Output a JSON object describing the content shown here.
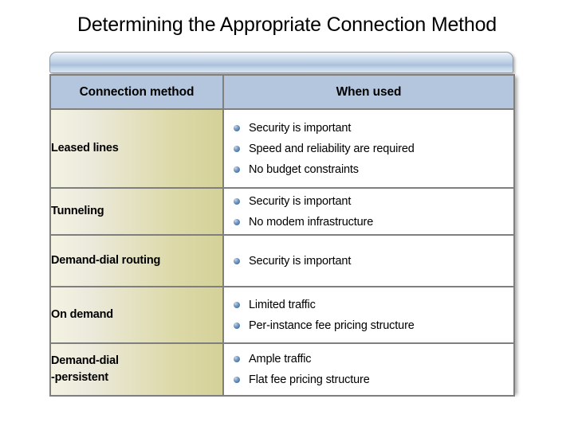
{
  "slide": {
    "title": "Determining the Appropriate Connection Method"
  },
  "colors": {
    "header_fill": "#b3c6de",
    "method_fill_light": "#f4f3e2",
    "method_fill_dark": "#d4d199",
    "border": "#7f7f7f",
    "bullet": "#4f7aa8",
    "text": "#000000"
  },
  "table": {
    "headers": {
      "col1": "Connection method",
      "col2": "When used"
    },
    "rows": [
      {
        "method": "Leased lines",
        "method_line2": "",
        "when_used": [
          "Security is important",
          "Speed and reliability are required",
          "No budget constraints"
        ]
      },
      {
        "method": "Tunneling",
        "method_line2": "",
        "when_used": [
          "Security is important",
          "No modem infrastructure"
        ]
      },
      {
        "method": "Demand-dial routing",
        "method_line2": "",
        "when_used": [
          "Security is important"
        ]
      },
      {
        "method": "On demand",
        "method_line2": "",
        "when_used": [
          "Limited traffic",
          "Per-instance fee pricing structure"
        ]
      },
      {
        "method": "Demand-dial",
        "method_line2": "-persistent",
        "when_used": [
          "Ample traffic",
          "Flat fee pricing structure"
        ]
      }
    ]
  }
}
